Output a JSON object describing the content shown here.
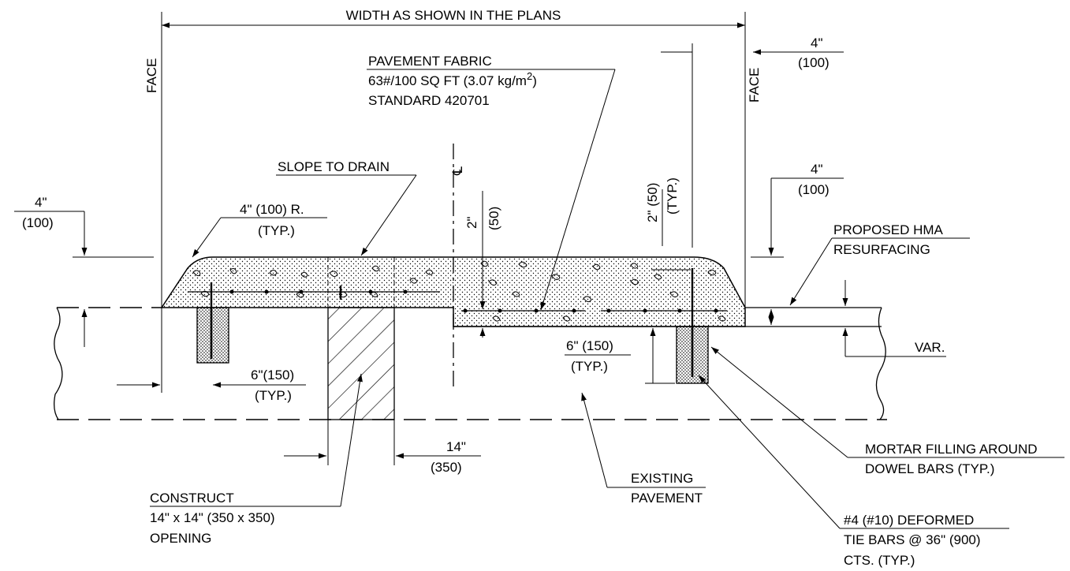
{
  "labels": {
    "width": "WIDTH AS SHOWN IN THE PLANS",
    "face_left": "FACE",
    "face_right": "FACE",
    "fabric_1": "PAVEMENT FABRIC",
    "fabric_2a": "63#/100 SQ FT (3.07 kg/m",
    "fabric_2b": "2",
    "fabric_2c": ")",
    "fabric_3": "STANDARD 420701",
    "slope": "SLOPE TO DRAIN",
    "centerline": "℄",
    "top_right_4in": "4\"",
    "top_right_100": "(100)",
    "mid_right_4in": "4\"",
    "mid_right_100": "(100)",
    "left_4in": "4\"",
    "left_100": "(100)",
    "radius_1": "4\" (100) R.",
    "radius_2": "(TYP.)",
    "center_2in": "2\"",
    "center_50": "(50)",
    "right_2in": "2\" (50)",
    "right_typ": "(TYP.)",
    "hma_1": "PROPOSED HMA",
    "hma_2": "RESURFACING",
    "var": "VAR.",
    "six_left_1": "6\"(150)",
    "six_left_2": "(TYP.)",
    "six_right_1": "6\" (150)",
    "six_right_2": "(TYP.)",
    "fourteen_1": "14\"",
    "fourteen_2": "(350)",
    "existing_1": "EXISTING",
    "existing_2": "PAVEMENT",
    "construct_1": "CONSTRUCT",
    "construct_2": "14\" x 14\" (350 x 350)",
    "construct_3": "OPENING",
    "mortar_1": "MORTAR FILLING AROUND",
    "mortar_2": "DOWEL BARS (TYP.)",
    "tie_1": "#4 (#10) DEFORMED",
    "tie_2": "TIE BARS @ 36\" (900)",
    "tie_3": "CTS. (TYP.)"
  }
}
